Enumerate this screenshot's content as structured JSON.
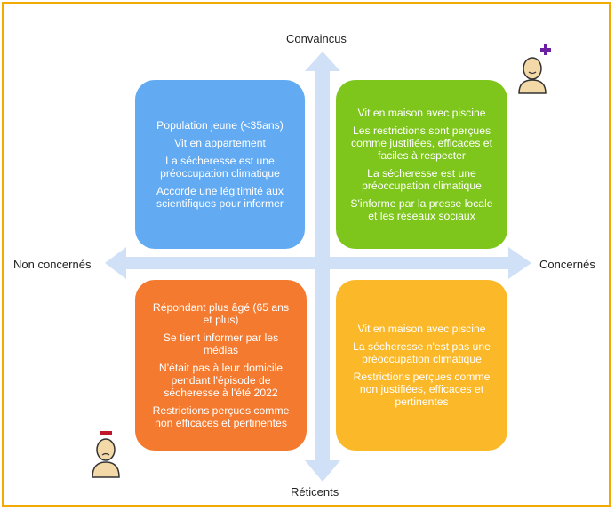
{
  "axes": {
    "top": "Convaincus",
    "bottom": "Réticents",
    "left": "Non concernés",
    "right": "Concernés"
  },
  "quadrants": {
    "top_left": {
      "color": "#62aaf2",
      "lines": [
        "Population jeune (<35ans)",
        "Vit en appartement",
        "La sécheresse est une préoccupation climatique",
        "Accorde une légitimité aux scientifiques pour informer"
      ]
    },
    "top_right": {
      "color": "#7ec61c",
      "lines": [
        "Vit en maison avec piscine",
        "Les restrictions sont perçues comme justifiées, efficaces et faciles à respecter",
        "La sécheresse est une préoccupation climatique",
        "S'informe par la presse locale et les réseaux sociaux"
      ]
    },
    "bottom_left": {
      "color": "#f47a2f",
      "lines": [
        "Répondant plus âgé (65 ans et plus)",
        "Se tient informer par les médias",
        "N'était pas à leur domicile pendant l'épisode de sécheresse à l'été 2022",
        "Restrictions perçues comme non efficaces et pertinentes"
      ]
    },
    "bottom_right": {
      "color": "#fbb828",
      "lines": [
        "Vit en maison avec piscine",
        "La sécheresse n'est pas une préoccupation climatique",
        "Restrictions perçues comme non justifiées, efficaces et pertinentes"
      ]
    }
  },
  "icons": {
    "positive": "person-plus-icon",
    "negative": "person-minus-icon"
  },
  "colors": {
    "arrow": "#cfe0f7",
    "border": "#f2a900",
    "plus": "#6b1fa3",
    "minus": "#c0182a",
    "person": "#f4d9a8"
  }
}
